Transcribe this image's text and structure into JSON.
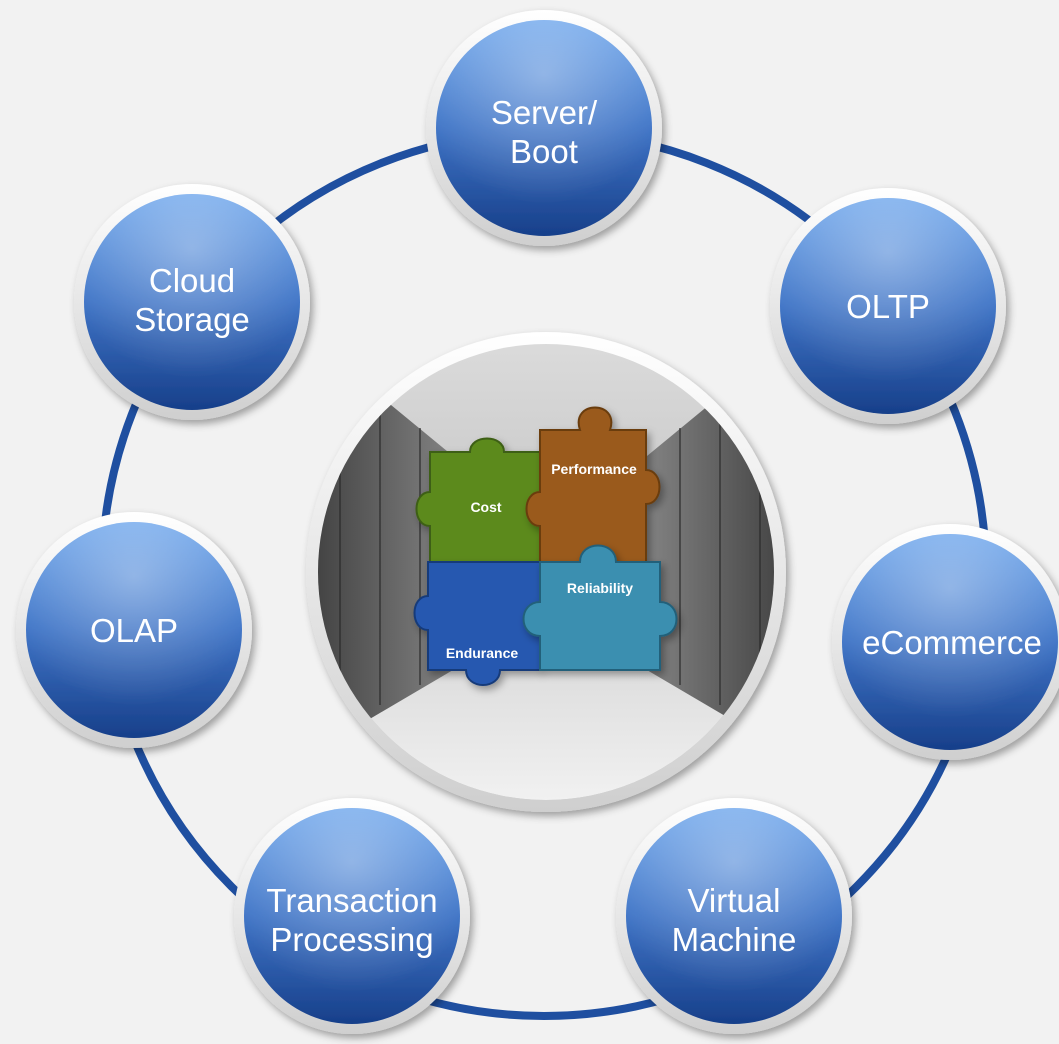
{
  "colors": {
    "background": "#f2f2f2",
    "ring": "#1f4fa0",
    "node_top": "#6aa0e6",
    "node_bottom": "#1c4c9c",
    "node_border": "#e6e6e6",
    "piece_cost": "#5c8a1e",
    "piece_performance": "#9a5a1c",
    "piece_endurance": "#2558b0",
    "piece_reliability": "#3a8fb0"
  },
  "nodes": [
    {
      "id": "server-boot",
      "lines": [
        "Server/",
        "Boot"
      ]
    },
    {
      "id": "oltp",
      "lines": [
        "OLTP"
      ]
    },
    {
      "id": "ecommerce",
      "lines": [
        "eCommerce"
      ]
    },
    {
      "id": "virtual-machine",
      "lines": [
        "Virtual",
        "Machine"
      ]
    },
    {
      "id": "transaction-processing",
      "lines": [
        "Transaction",
        "Processing"
      ]
    },
    {
      "id": "olap",
      "lines": [
        "OLAP"
      ]
    },
    {
      "id": "cloud-storage",
      "lines": [
        "Cloud",
        "Storage"
      ]
    }
  ],
  "center": {
    "image": "server-room-with-puzzle-pieces",
    "pieces": {
      "cost": "Cost",
      "performance": "Performance",
      "endurance": "Endurance",
      "reliability": "Reliability"
    }
  }
}
